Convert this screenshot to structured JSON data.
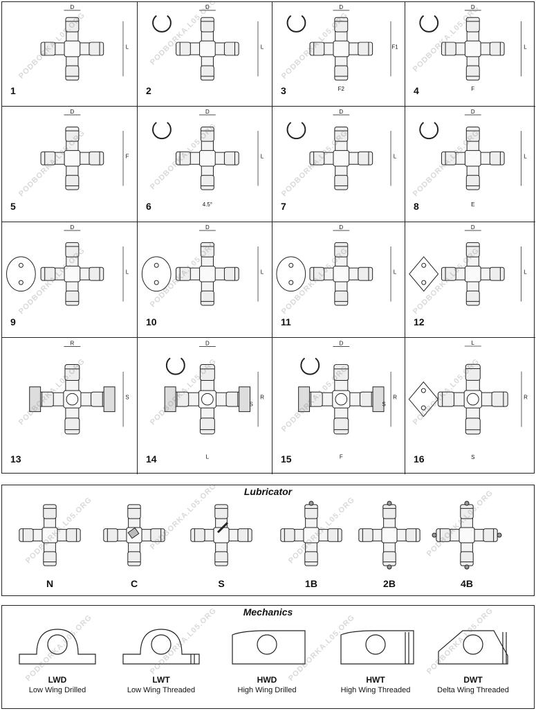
{
  "watermark": "PODBORKA.L05.ORG",
  "grid": {
    "cells": [
      {
        "number": "1",
        "dims": [
          "D",
          "L"
        ]
      },
      {
        "number": "2",
        "dims": [
          "D",
          "L"
        ]
      },
      {
        "number": "3",
        "dims": [
          "D",
          "F1",
          "F2"
        ]
      },
      {
        "number": "4",
        "dims": [
          "D",
          "L",
          "F"
        ]
      },
      {
        "number": "5",
        "dims": [
          "D",
          "F"
        ]
      },
      {
        "number": "6",
        "dims": [
          "D",
          "L",
          "4.5°"
        ]
      },
      {
        "number": "7",
        "dims": [
          "D",
          "L"
        ]
      },
      {
        "number": "8",
        "dims": [
          "D",
          "L",
          "E"
        ]
      },
      {
        "number": "9",
        "dims": [
          "D",
          "L"
        ]
      },
      {
        "number": "10",
        "dims": [
          "D",
          "L"
        ]
      },
      {
        "number": "11",
        "dims": [
          "D",
          "L"
        ]
      },
      {
        "number": "12",
        "dims": [
          "D",
          "L"
        ]
      },
      {
        "number": "13",
        "dims": [
          "R",
          "S"
        ]
      },
      {
        "number": "14",
        "dims": [
          "D",
          "R",
          "L",
          "S"
        ]
      },
      {
        "number": "15",
        "dims": [
          "D",
          "R",
          "F",
          "S"
        ]
      },
      {
        "number": "16",
        "dims": [
          "L",
          "R",
          "S"
        ]
      }
    ]
  },
  "lubricator": {
    "title": "Lubricator",
    "items": [
      {
        "code": "N"
      },
      {
        "code": "C"
      },
      {
        "code": "S"
      },
      {
        "code": "1B"
      },
      {
        "code": "2B"
      },
      {
        "code": "4B"
      }
    ]
  },
  "mechanics": {
    "title": "Mechanics",
    "items": [
      {
        "code": "LWD",
        "name": "Low Wing Drilled"
      },
      {
        "code": "LWT",
        "name": "Low Wing Threaded"
      },
      {
        "code": "HWD",
        "name": "High Wing Drilled"
      },
      {
        "code": "HWT",
        "name": "High Wing Threaded"
      },
      {
        "code": "DWT",
        "name": "Delta Wing Threaded"
      }
    ]
  }
}
